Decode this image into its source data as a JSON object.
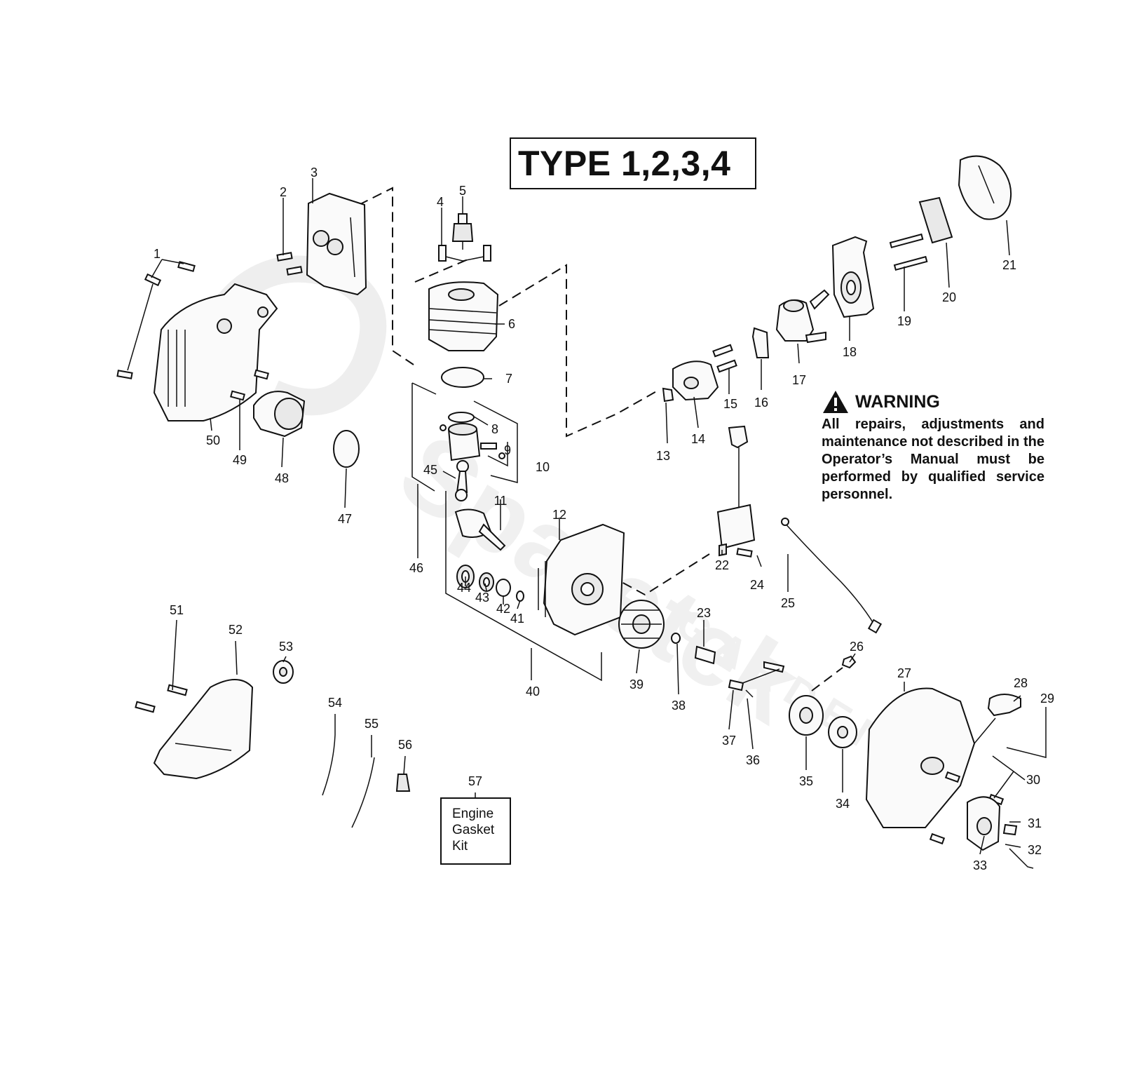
{
  "diagram": {
    "title": "TYPE 1,2,3,4",
    "warning": {
      "heading": "WARNING",
      "text": "All repairs, adjustments and maintenance not described in the Operator’s Manual must be performed by qualified service personnel."
    },
    "kit_box": {
      "number": "57",
      "label": "Engine\nGasket\nKit"
    },
    "callouts": [
      "1",
      "2",
      "3",
      "4",
      "5",
      "6",
      "7",
      "8",
      "9",
      "10",
      "11",
      "12",
      "13",
      "14",
      "15",
      "16",
      "17",
      "18",
      "19",
      "20",
      "21",
      "22",
      "23",
      "24",
      "25",
      "26",
      "27",
      "28",
      "29",
      "30",
      "31",
      "32",
      "33",
      "34",
      "35",
      "36",
      "37",
      "38",
      "39",
      "40",
      "41",
      "42",
      "43",
      "44",
      "45",
      "46",
      "47",
      "48",
      "49",
      "50",
      "51",
      "52",
      "53",
      "54",
      "55",
      "56"
    ],
    "watermark": {
      "brand": "Sparetek",
      "sub": "GARDEN"
    }
  }
}
